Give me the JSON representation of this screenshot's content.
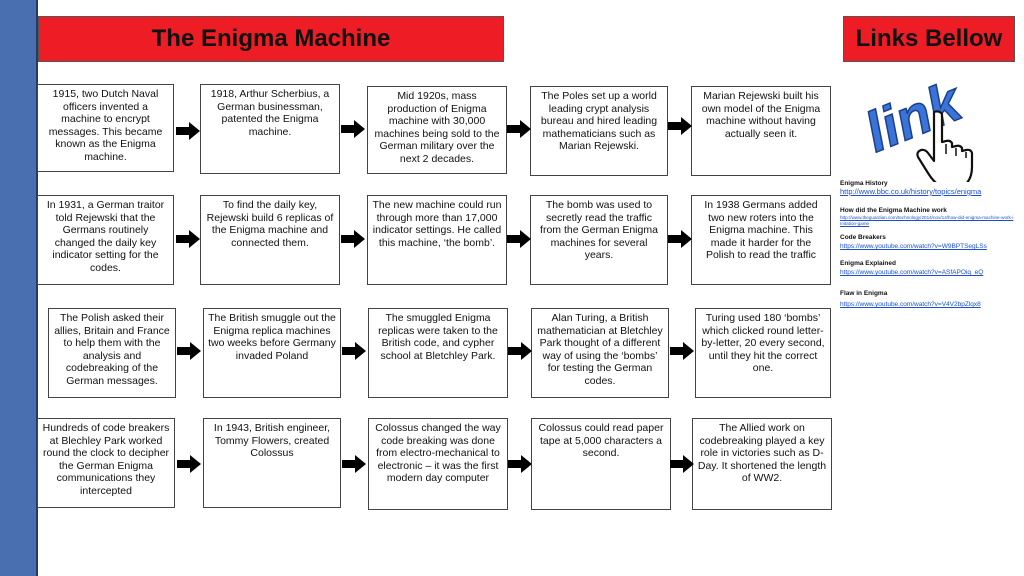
{
  "title": "The Enigma Machine",
  "links_title": "Links Bellow",
  "logo_text": "link",
  "cards": [
    "1915, two Dutch Naval officers invented a machine to encrypt messages.  This became known as the Enigma machine.",
    "1918, Arthur Scherbius, a German businessman, patented the Enigma machine.",
    "Mid 1920s, mass production of Enigma machine with 30,000 machines being sold to the German military over the next 2 decades.",
    "The Poles set up a world leading crypt analysis bureau and hired leading mathematicians such as Marian Rejewski.",
    "Marian Rejewski built his own model of the Enigma machine without having actually seen it.",
    "In 1931, a German traitor told Rejewski that the Germans routinely changed the daily key indicator setting for the codes.",
    "To find the daily key, Rejewski build 6 replicas of the Enigma machine and connected them.",
    "The new machine could run through more than 17,000 indicator settings.  He called this machine, ‘the bomb’.",
    "The bomb was used to secretly read the traffic from the German Enigma machines for several years.",
    "In 1938 Germans added two new roters into the Enigma machine.  This made it harder for the Polish to read the traffic",
    "The Polish asked their allies, Britain and France to help them with the analysis and codebreaking of the German messages.",
    "The British smuggle out the Enigma replica machines two weeks before Germany invaded Poland",
    "The smuggled Enigma replicas were taken to the British code,  and cypher school at Bletchley Park.",
    "Alan Turing, a British mathematician at Bletchley Park thought of a different way of using the ‘bombs’ for testing the German codes.",
    "Turing used 180 ‘bombs’ which clicked round letter-by-letter, 20 every second, until they hit the correct one.",
    "Hundreds of code breakers at Blechley Park worked round the clock to decipher the German Enigma communications they intercepted",
    "In 1943, British engineer, Tommy Flowers, created Colossus",
    "Colossus changed the way code breaking was done from electro-mechanical to electronic – it was the first modern day computer",
    "Colossus could read paper tape at 5,000 characters a second.",
    "The Allied work on codebreaking played a key role in victories such as D-Day.  It shortened the length of WW2."
  ],
  "links": [
    {
      "label": "Enigma History",
      "url": "http://www.bbc.co.uk/history/topics/enigma"
    },
    {
      "label": "How did the Enigma Machine work",
      "url": "http://www.theguardian.com/technology/2014/nov/14/how-did-enigma-machine-work-imitation-game"
    },
    {
      "label": "Code Breakers",
      "url": "https://www.youtube.com/watch?v=W9BPTSegLSs"
    },
    {
      "label": "Enigma Explained",
      "url": "https://www.youtube.com/watch?v=ASfAPOiq_eQ"
    },
    {
      "label": "Flaw in Enigma",
      "url": "https://www.youtube.com/watch?v=V4V2bpZlqx8"
    }
  ],
  "colors": {
    "title_bg": "#ee1c24",
    "side_bar": "#4a6fb0",
    "link_text": "#1a4fd6",
    "logo_blue": "#3a74d8"
  }
}
